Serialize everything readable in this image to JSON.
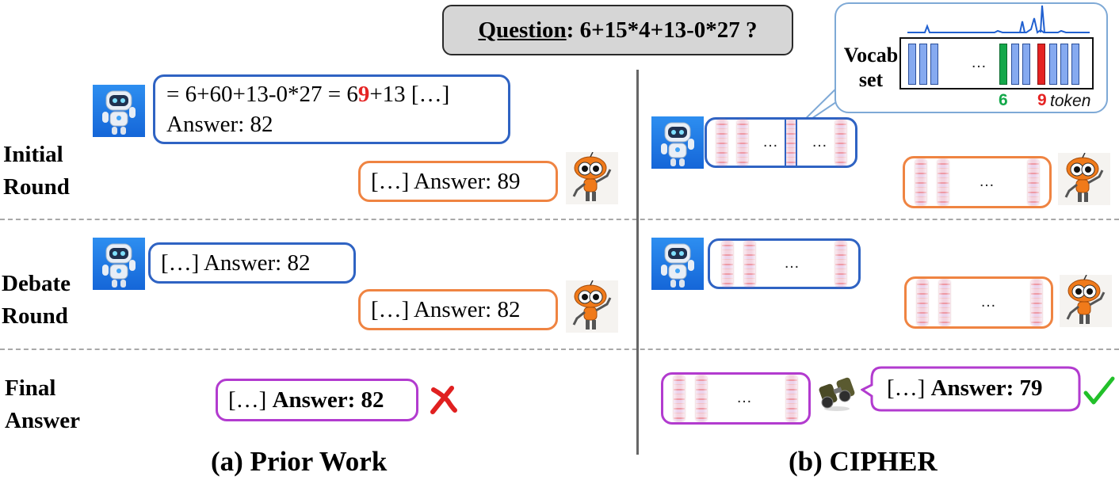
{
  "question": {
    "label": "Question",
    "text": ": 6+15*4+13-0*27 ?"
  },
  "rows": {
    "initial": {
      "line1": "Initial",
      "line2": "Round"
    },
    "debate": {
      "line1": "Debate",
      "line2": "Round"
    },
    "final": {
      "line1": "Final",
      "line2": "Answer"
    }
  },
  "prior": {
    "initial_blue_pre": "= 6+60+13-0*27 = 6",
    "initial_blue_red": "9",
    "initial_blue_post": "+13 […]",
    "initial_blue_line2": "Answer: 82",
    "initial_orange": "[…] Answer: 89",
    "debate_blue": "[…] Answer: 82",
    "debate_orange": "[…] Answer: 82",
    "final_prefix": "[…] ",
    "final_answer": "Answer: 82",
    "caption": "(a) Prior Work"
  },
  "cipher": {
    "vocab_label_1": "Vocab",
    "vocab_label_2": "set",
    "ellipsis": "…",
    "token_green": "6",
    "token_red": "9",
    "token_word": "token",
    "final_prefix": "[…] ",
    "final_answer": "Answer: 79",
    "caption": "(b) CIPHER"
  },
  "icons": {
    "blue_robot": "robot-blue-icon",
    "orange_robot": "robot-orange-icon",
    "binoculars": "binoculars-icon",
    "wrong": "red-cross-icon",
    "correct": "green-check-icon"
  },
  "colors": {
    "blue": "#2f63c3",
    "orange": "#ef8442",
    "purple": "#b23bcf",
    "red": "#e52323",
    "green": "#14a84a"
  }
}
